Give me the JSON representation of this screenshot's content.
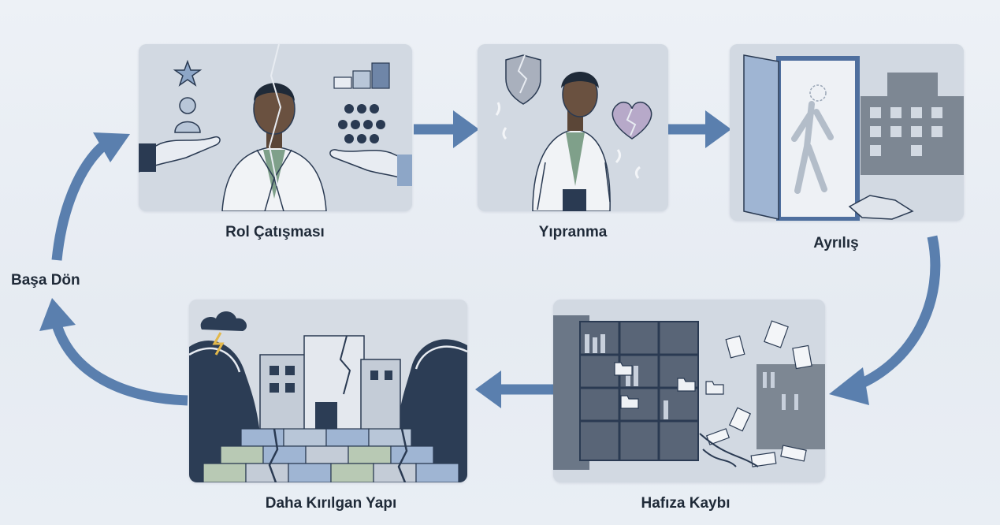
{
  "steps": {
    "role_conflict": "Rol Çatışması",
    "burnout": "Yıpranma",
    "departure": "Ayrılış",
    "memory_loss": "Hafıza Kaybı",
    "fragile_structure": "Daha Kırılgan Yapı",
    "restart": "Başa Dön"
  },
  "colors": {
    "arrow": "#5a7fae",
    "card_bg": "#cfd6e0",
    "ink": "#2a3a52",
    "text": "#1f2a38"
  },
  "icons": {
    "role_conflict": [
      "star-icon",
      "person-icon",
      "bar-chart-icon",
      "group-icon",
      "hand-icon",
      "doctor-icon"
    ],
    "burnout": [
      "broken-shield-icon",
      "broken-heart-icon",
      "doctor-icon"
    ],
    "departure": [
      "door-icon",
      "walking-person-icon",
      "building-icon",
      "coat-icon"
    ],
    "memory_loss": [
      "bookshelf-icon",
      "flying-papers-icon",
      "folder-icon"
    ],
    "fragile_structure": [
      "storm-cloud-icon",
      "wave-icon",
      "cracked-building-icon",
      "brick-wall-icon"
    ]
  }
}
